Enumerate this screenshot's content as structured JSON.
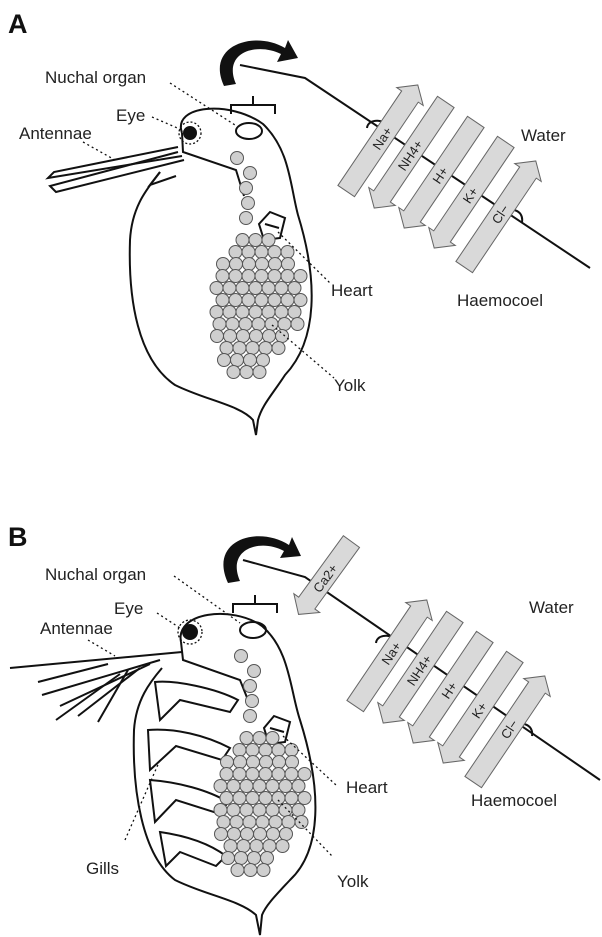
{
  "panels": [
    {
      "letter": "A",
      "labels": {
        "nuchal_organ": "Nuchal organ",
        "eye": "Eye",
        "antennae": "Antennae",
        "heart": "Heart",
        "yolk": "Yolk",
        "water": "Water",
        "haemocoel": "Haemocoel"
      },
      "ions": [
        {
          "text": "Na+",
          "direction": "up"
        },
        {
          "text": "NH4+",
          "direction": "down"
        },
        {
          "text": "H+",
          "direction": "down"
        },
        {
          "text": "K+",
          "direction": "down"
        },
        {
          "text": "Cl−",
          "direction": "up"
        }
      ]
    },
    {
      "letter": "B",
      "labels": {
        "nuchal_organ": "Nuchal organ",
        "eye": "Eye",
        "antennae": "Antennae",
        "heart": "Heart",
        "yolk": "Yolk",
        "water": "Water",
        "haemocoel": "Haemocoel",
        "gills": "Gills"
      },
      "calcium": {
        "text": "Ca2+",
        "direction": "down"
      },
      "ions": [
        {
          "text": "Na+",
          "direction": "up"
        },
        {
          "text": "NH4+",
          "direction": "down"
        },
        {
          "text": "H+",
          "direction": "down"
        },
        {
          "text": "K+",
          "direction": "down"
        },
        {
          "text": "Cl−",
          "direction": "up"
        }
      ]
    }
  ],
  "colors": {
    "arrow_fill": "#d9d9d9",
    "yolk_fill": "#cfcfcf",
    "outline": "#111111"
  }
}
